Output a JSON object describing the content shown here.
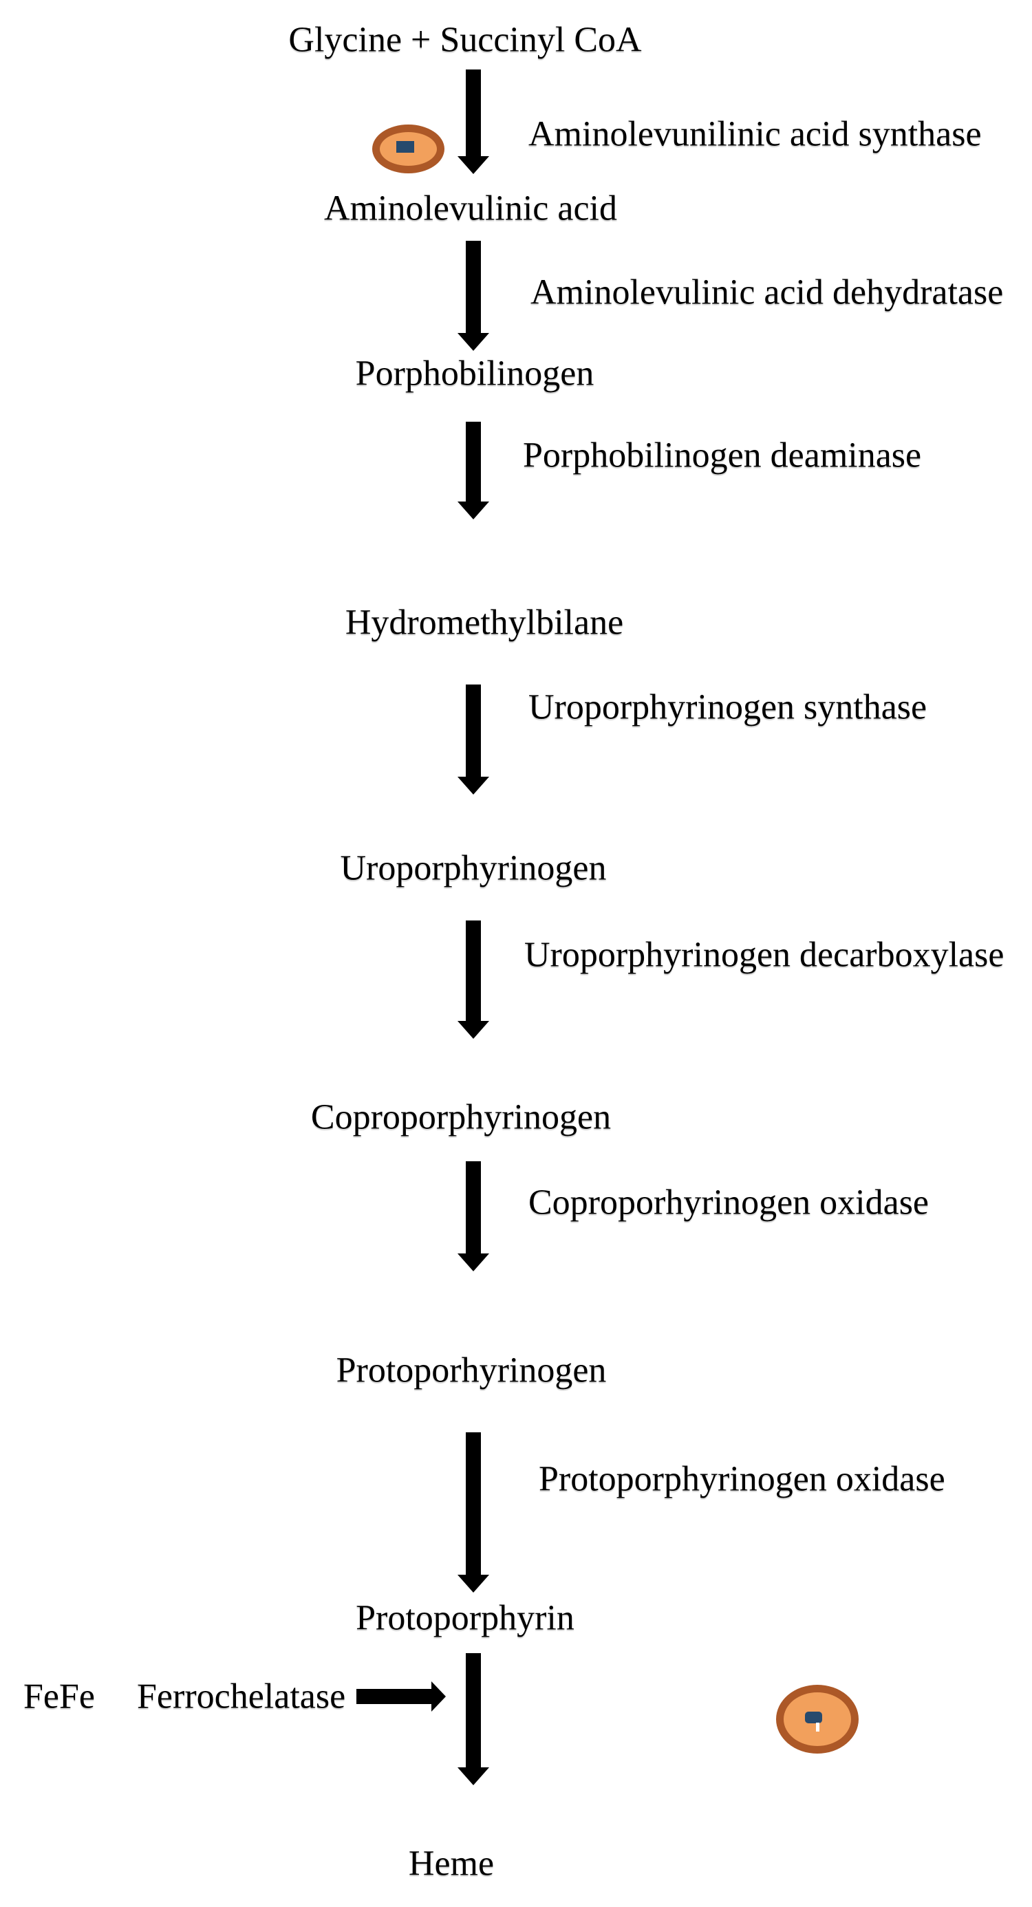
{
  "pathway": {
    "nodes": [
      {
        "label": "Glycine + Succinyl CoA"
      },
      {
        "label": "Aminolevulinic acid"
      },
      {
        "label": "Porphobilinogen"
      },
      {
        "label": "Hydromethylbilane"
      },
      {
        "label": "Uroporphyrinogen"
      },
      {
        "label": "Coproporphyrinogen"
      },
      {
        "label": "Protoporhyrinogen"
      },
      {
        "label": "Protoporphyrin"
      },
      {
        "label": "Heme"
      }
    ],
    "steps": [
      {
        "enzyme": "Aminolevunilinic acid synthase"
      },
      {
        "enzyme": "Aminolevulinic acid dehydratase"
      },
      {
        "enzyme": "Porphobilinogen deaminase"
      },
      {
        "enzyme": "Uroporphyrinogen synthase"
      },
      {
        "enzyme": "Uroporphyrinogen decarboxylase"
      },
      {
        "enzyme": "Coproporhyrinogen oxidase"
      },
      {
        "enzyme": "Protoporphyrinogen oxidase"
      }
    ],
    "final_step": {
      "substrate_label": "FeFe",
      "enzyme": "Ferrochelatase"
    }
  },
  "icons": {
    "top": "orange-oval-marker",
    "bottom": "orange-oval-marker"
  },
  "colors": {
    "arrow": "#000000",
    "text": "#000000",
    "icon_ring": "#AC5827",
    "icon_fill": "#F2A05C",
    "icon_core": "#274A6D"
  }
}
